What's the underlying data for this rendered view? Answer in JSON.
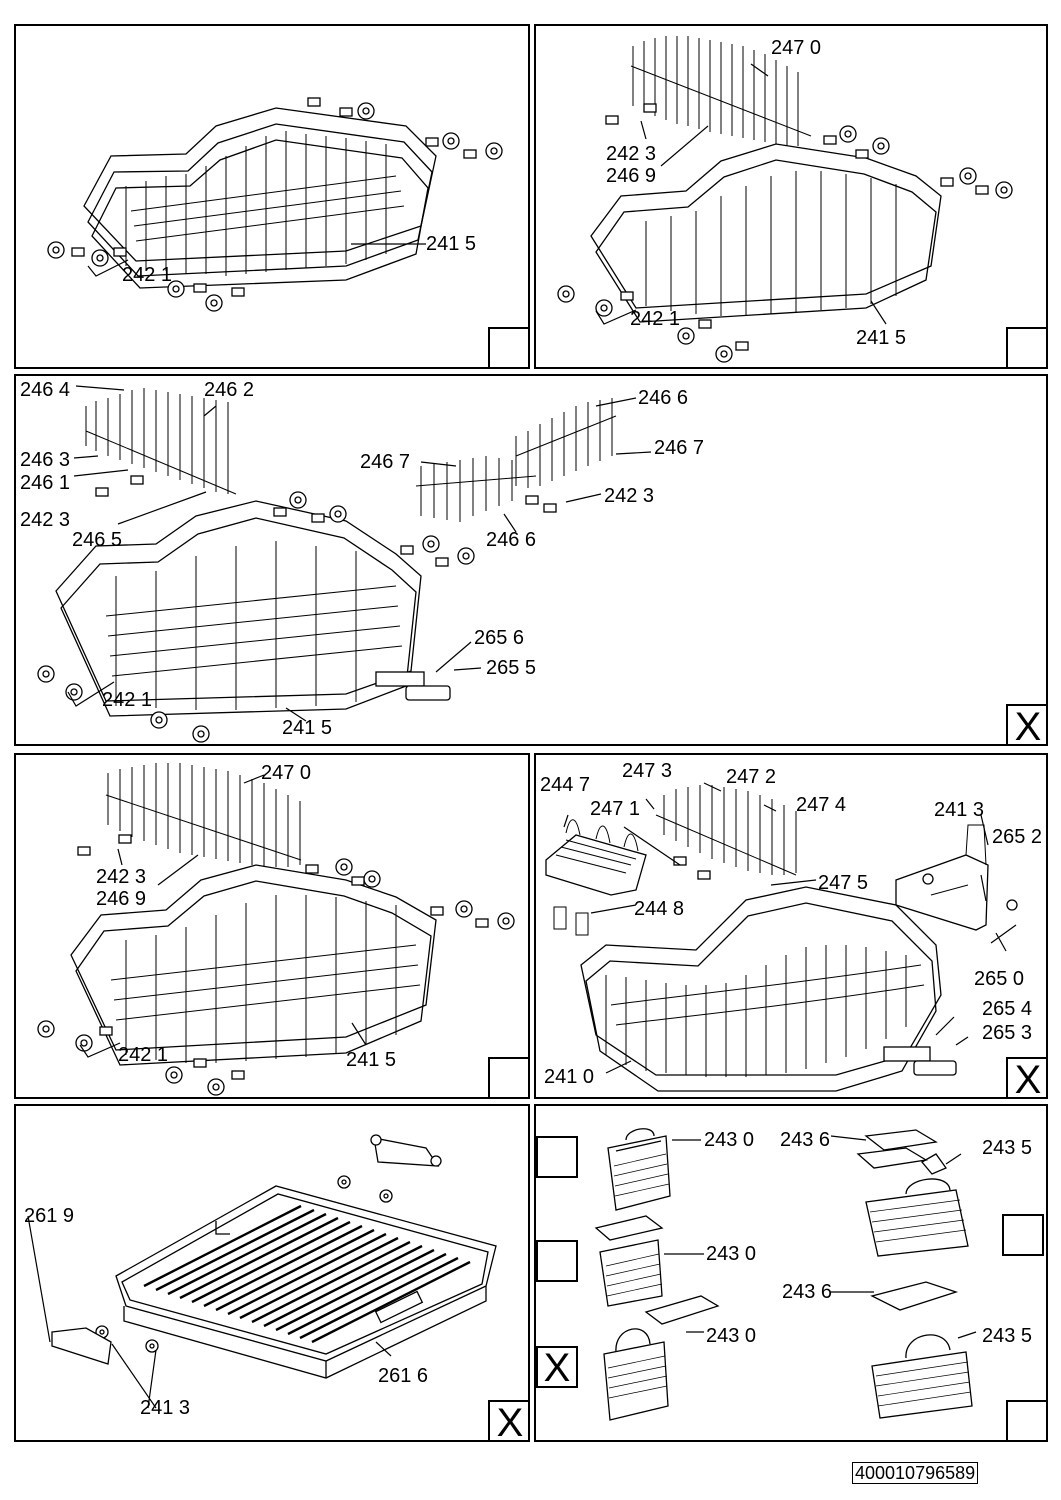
{
  "document": {
    "id": "400010796589"
  },
  "panels": [
    {
      "id": "p1",
      "corner_mark": "",
      "callouts": [
        "241 5",
        "242 1"
      ]
    },
    {
      "id": "p2",
      "corner_mark": "",
      "callouts": [
        "247 0",
        "242 3",
        "246 9",
        "242 1",
        "241 5"
      ]
    },
    {
      "id": "p3",
      "corner_mark": "X",
      "callouts": [
        "246 4",
        "246 2",
        "246 3",
        "246 1",
        "242 3",
        "246 5",
        "246 7",
        "246 6",
        "246 7",
        "242 3",
        "246 6",
        "265 6",
        "265 5",
        "242 1",
        "241 5"
      ]
    },
    {
      "id": "p4",
      "corner_mark": "",
      "callouts": [
        "247 0",
        "242 3",
        "246 9",
        "242 1",
        "241 5"
      ]
    },
    {
      "id": "p5",
      "corner_mark": "X",
      "callouts": [
        "244 7",
        "247 3",
        "247 2",
        "247 1",
        "247 4",
        "241 3",
        "265 2",
        "247 5",
        "244 8",
        "265 0",
        "265 4",
        "265 3",
        "241 0"
      ]
    },
    {
      "id": "p6",
      "corner_mark": "X",
      "callouts": [
        "261 9",
        "261 6",
        "241 3"
      ]
    },
    {
      "id": "p7",
      "corner_mark": "",
      "callouts": [
        "243 0",
        "243 0",
        "243 0",
        "243 6",
        "243 5",
        "243 6",
        "243 5"
      ],
      "side_marks": [
        "",
        "",
        "X",
        "",
        ""
      ]
    }
  ]
}
